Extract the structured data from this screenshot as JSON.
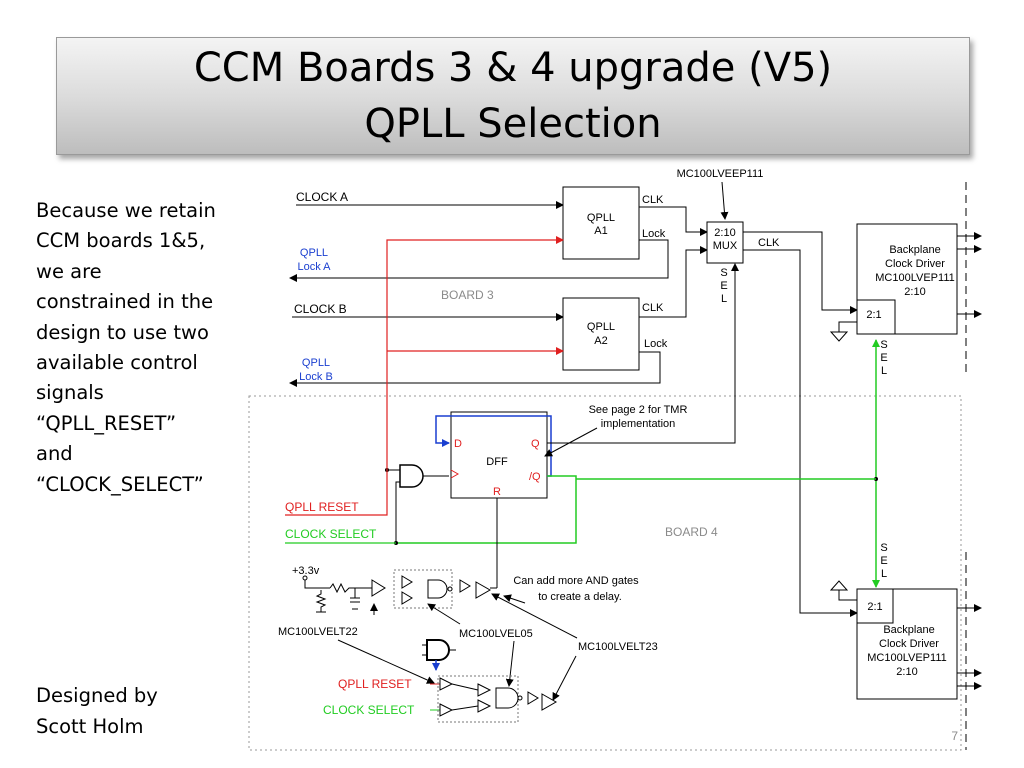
{
  "slide": {
    "title_line1": "CCM Boards 3 & 4 upgrade (V5)",
    "title_line2": "QPLL Selection",
    "body_lines": [
      "Because we retain",
      "CCM boards 1&5,",
      "we are",
      "constrained in the",
      "design to use two",
      "available control",
      "signals",
      "“QPLL_RESET”",
      "and",
      "“CLOCK_SELECT”"
    ],
    "designed_line1": "Designed by",
    "designed_line2": "Scott Holm",
    "page_number": "7"
  },
  "diagram": {
    "clock_a": "CLOCK A",
    "clock_b": "CLOCK B",
    "qpll_a1_line1": "QPLL",
    "qpll_a1_line2": "A1",
    "qpll_a2_line1": "QPLL",
    "qpll_a2_line2": "A2",
    "clk": "CLK",
    "lock": "Lock",
    "qpll_lock_a_line1": "QPLL",
    "qpll_lock_a_line2": "Lock A",
    "qpll_lock_b_line1": "QPLL",
    "qpll_lock_b_line2": "Lock B",
    "board3": "BOARD 3",
    "board4": "BOARD 4",
    "mux_part": "MC100LVEEP111",
    "mux_line1": "2:10",
    "mux_line2": "MUX",
    "sel_s": "S",
    "sel_e": "E",
    "sel_l": "L",
    "bp_line1": "Backplane",
    "bp_line2": "Clock Driver",
    "bp_line3": "MC100LVEP111",
    "bp_line4": "2:10",
    "mux21": "2:1",
    "dff": "DFF",
    "dff_d": "D",
    "dff_q": "Q",
    "dff_qbar": "/Q",
    "dff_r": "R",
    "tmr_note_line1": "See page 2 for TMR",
    "tmr_note_line2": "implementation",
    "qpll_reset": "QPLL RESET",
    "clock_select": "CLOCK SELECT",
    "vcc": "+3.3v",
    "and_note_line1": "Can add more AND gates",
    "and_note_line2": "to create a delay.",
    "part_elt22": "MC100LVELT22",
    "part_el05": "MC100LVEL05",
    "part_elt23": "MC100LVELT23",
    "qpll_reset_in": "QPLL RESET",
    "clock_select_in": "CLOCK SELECT",
    "colors": {
      "reset_red": "#e02020",
      "select_green": "#22cc22",
      "blue": "#1a3fd0",
      "gray_label": "#8a8a8a"
    }
  }
}
